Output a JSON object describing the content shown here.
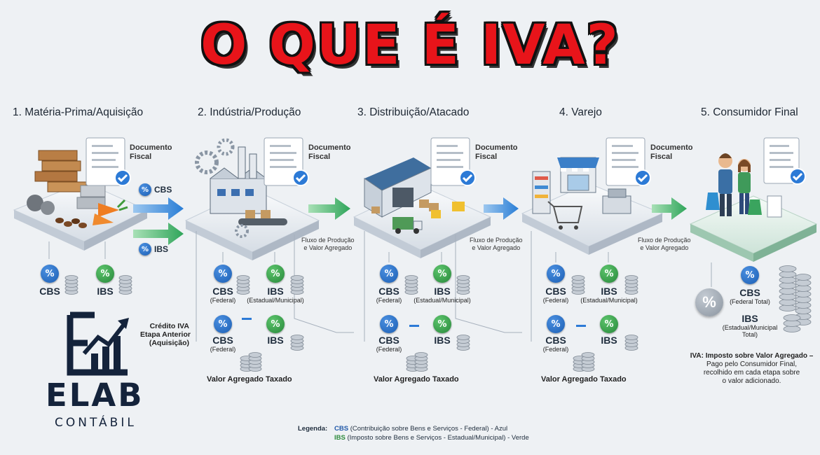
{
  "title": "O QUE É IVA?",
  "stages": [
    {
      "title": "1. Matéria-Prima/Aquisição",
      "doc": "Documento\nFiscal"
    },
    {
      "title": "2. Indústria/Produção",
      "doc": "Documento\nFiscal"
    },
    {
      "title": "3. Distribuição/Atacado",
      "doc": "Documento\nFiscal"
    },
    {
      "title": "4. Varejo",
      "doc": "Documento\nFiscal"
    },
    {
      "title": "5. Consumidor Final",
      "doc": "Documento\nFiscal"
    }
  ],
  "stage1": {
    "cbs_arrow": "% CBS",
    "ibs_arrow": "% IBS",
    "cbs": "CBS",
    "ibs": "IBS"
  },
  "taxes": {
    "cbs": "CBS",
    "ibs": "IBS",
    "federal": "(Federal)",
    "estadual_municipal": "(Estadual/Municipal)",
    "percent": "%"
  },
  "flow_label": "Fluxo de Produção\ne Valor Agregado",
  "credit_label": "Crédito IVA\nEtapa Anterior\n(Aquisição)",
  "value_added": "Valor Agregado Taxado",
  "consumer": {
    "cbs": "CBS",
    "cbs_sub": "(Federal Total)",
    "ibs": "IBS",
    "ibs_sub": "(Estadual/Municipal\nTotal)"
  },
  "definition": {
    "bold": "IVA: Imposto sobre Valor Agregado –",
    "rest": "Pago pelo Consumidor Final,\nrecolhido em cada etapa sobre\no valor adicionado."
  },
  "brand": {
    "name": "ELAB",
    "sub": "CONTÁBIL"
  },
  "legend": {
    "title": "Legenda:",
    "cbs_abbr": "CBS",
    "cbs_text": " (Contribuição sobre Bens e Serviços - Federal) - Azul",
    "ibs_abbr": "IBS",
    "ibs_text": " (Imposto sobre Bens e Serviços - Estadual/Municipal) - Verde"
  },
  "colors": {
    "title": "#e8141a",
    "cbs": "#1f58a8",
    "ibs": "#2d8a3c",
    "navy": "#14233b"
  }
}
